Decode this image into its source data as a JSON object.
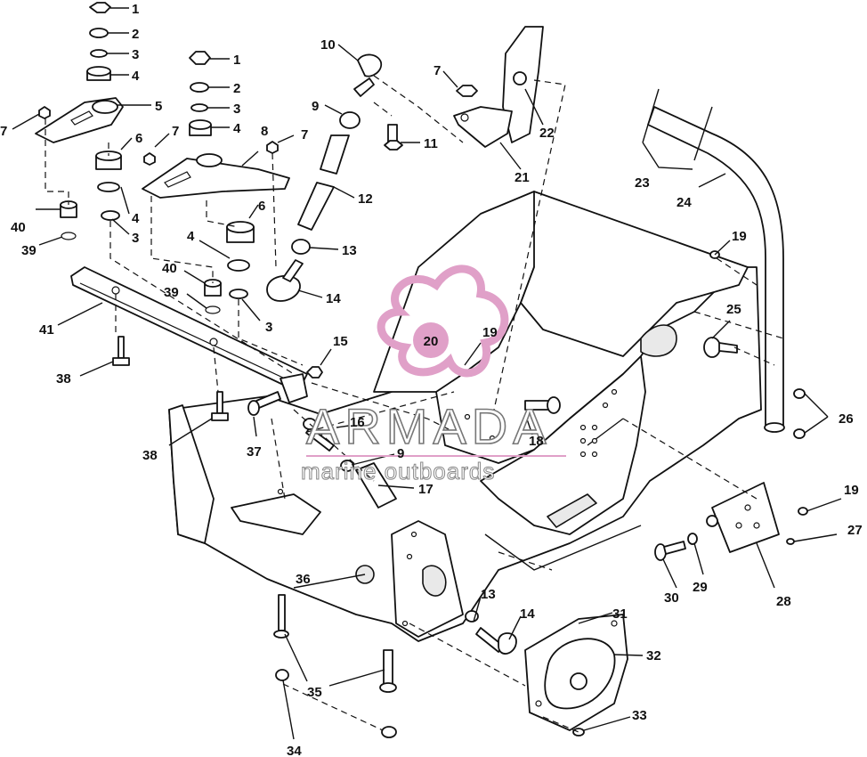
{
  "watermark": {
    "brand": "ARMADA",
    "tagline": "marine outboards",
    "logo_number": "20",
    "logo_color": "#e0a0c8"
  },
  "callouts": [
    {
      "id": "c1a",
      "label": "1"
    },
    {
      "id": "c2a",
      "label": "2"
    },
    {
      "id": "c3a",
      "label": "3"
    },
    {
      "id": "c4a",
      "label": "4"
    },
    {
      "id": "c5",
      "label": "5"
    },
    {
      "id": "c7a",
      "label": "7"
    },
    {
      "id": "c6a",
      "label": "6"
    },
    {
      "id": "c4b",
      "label": "4"
    },
    {
      "id": "c3b",
      "label": "3"
    },
    {
      "id": "c40a",
      "label": "40"
    },
    {
      "id": "c39a",
      "label": "39"
    },
    {
      "id": "c41",
      "label": "41"
    },
    {
      "id": "c38a",
      "label": "38"
    },
    {
      "id": "c1b",
      "label": "1"
    },
    {
      "id": "c2b",
      "label": "2"
    },
    {
      "id": "c3c",
      "label": "3"
    },
    {
      "id": "c4c",
      "label": "4"
    },
    {
      "id": "c7b",
      "label": "7"
    },
    {
      "id": "c8",
      "label": "8"
    },
    {
      "id": "c7c",
      "label": "7"
    },
    {
      "id": "c6b",
      "label": "6"
    },
    {
      "id": "c4d",
      "label": "4"
    },
    {
      "id": "c40b",
      "label": "40"
    },
    {
      "id": "c39b",
      "label": "39"
    },
    {
      "id": "c3d",
      "label": "3"
    },
    {
      "id": "c10",
      "label": "10"
    },
    {
      "id": "c9a",
      "label": "9"
    },
    {
      "id": "c11",
      "label": "11"
    },
    {
      "id": "c12",
      "label": "12"
    },
    {
      "id": "c13a",
      "label": "13"
    },
    {
      "id": "c14a",
      "label": "14"
    },
    {
      "id": "c7d",
      "label": "7"
    },
    {
      "id": "c22",
      "label": "22"
    },
    {
      "id": "c21",
      "label": "21"
    },
    {
      "id": "c23",
      "label": "23"
    },
    {
      "id": "c24",
      "label": "24"
    },
    {
      "id": "c19a",
      "label": "19"
    },
    {
      "id": "c25",
      "label": "25"
    },
    {
      "id": "c19b",
      "label": "19"
    },
    {
      "id": "c15",
      "label": "15"
    },
    {
      "id": "c16",
      "label": "16"
    },
    {
      "id": "c18",
      "label": "18"
    },
    {
      "id": "c9b",
      "label": "9"
    },
    {
      "id": "c17",
      "label": "17"
    },
    {
      "id": "c37",
      "label": "37"
    },
    {
      "id": "c38b",
      "label": "38"
    },
    {
      "id": "c26",
      "label": "26"
    },
    {
      "id": "c19c",
      "label": "19"
    },
    {
      "id": "c27",
      "label": "27"
    },
    {
      "id": "c28",
      "label": "28"
    },
    {
      "id": "c29",
      "label": "29"
    },
    {
      "id": "c30",
      "label": "30"
    },
    {
      "id": "c36",
      "label": "36"
    },
    {
      "id": "c13b",
      "label": "13"
    },
    {
      "id": "c14b",
      "label": "14"
    },
    {
      "id": "c31",
      "label": "31"
    },
    {
      "id": "c32",
      "label": "32"
    },
    {
      "id": "c33",
      "label": "33"
    },
    {
      "id": "c35",
      "label": "35"
    },
    {
      "id": "c34",
      "label": "34"
    }
  ]
}
